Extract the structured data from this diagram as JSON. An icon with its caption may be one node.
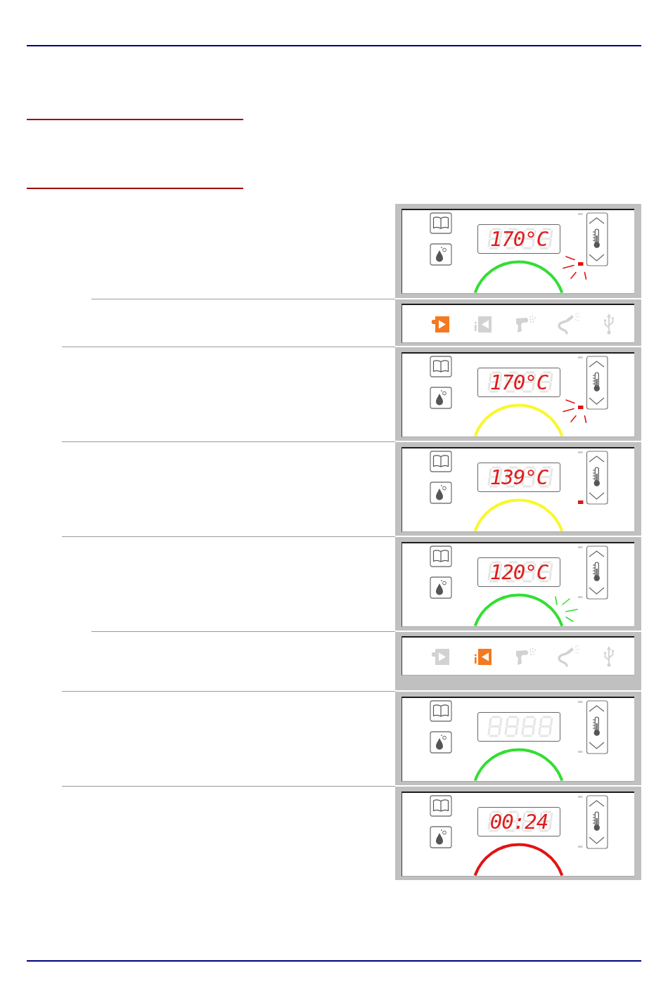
{
  "diagram": {
    "nodes": [
      {
        "text": [
          "170°C"
        ]
      },
      {
        "text": [
          "170°C"
        ]
      },
      {
        "text": [
          "139°C"
        ]
      },
      {
        "text": [
          "120°C"
        ]
      },
      {
        "text": [],
        "shape": "box"
      },
      {
        "text": [
          "00:24"
        ]
      }
    ]
  }
}
